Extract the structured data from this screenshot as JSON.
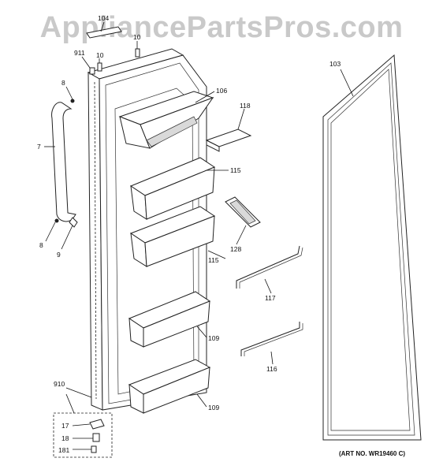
{
  "watermark": "AppliancePartsPros.com",
  "art_number": "(ART NO. WR19460 C)",
  "callouts": {
    "c104": "104",
    "c911": "911",
    "c10a": "10",
    "c10b": "10",
    "c8a": "8",
    "c7": "7",
    "c8b": "8",
    "c9": "9",
    "c106": "106",
    "c118": "118",
    "c115a": "115",
    "c115b": "115",
    "c128": "128",
    "c117": "117",
    "c109a": "109",
    "c109b": "109",
    "c116": "116",
    "c103": "103",
    "c910": "910",
    "c17": "17",
    "c18": "18",
    "c181": "181"
  }
}
